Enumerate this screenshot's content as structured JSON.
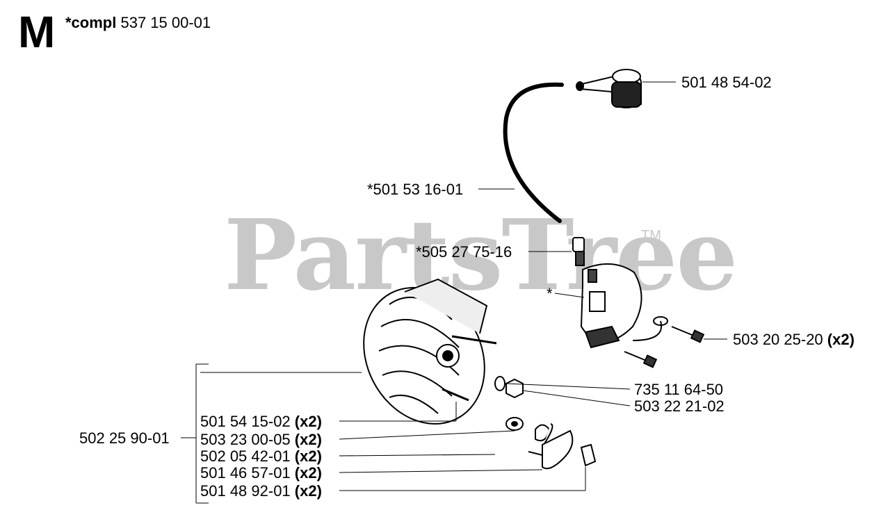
{
  "section": {
    "letter": "M",
    "compl_label": "*compl",
    "compl_part": "537 15 00-01"
  },
  "watermark": {
    "text": "PartsTree",
    "tm": "TM"
  },
  "labels": {
    "plug_cap": "501 48 54-02",
    "ignition_cable": "*501 53 16-01",
    "terminal": "*505 27 75-16",
    "module_asterisk": "*",
    "module_screw": "503 20 25-20",
    "module_screw_qty": "(x2)",
    "washer": "735 11 64-50",
    "nut": "503 22 21-02",
    "flywheel_assy": "502 25 90-01",
    "part_a": "501 54 15-02",
    "part_a_qty": "(x2)",
    "part_b": "503 23 00-05",
    "part_b_qty": "(x2)",
    "part_c": "502 05 42-01",
    "part_c_qty": "(x2)",
    "part_d": "501 46 57-01",
    "part_d_qty": "(x2)",
    "part_e": "501 48 92-01",
    "part_e_qty": "(x2)"
  }
}
